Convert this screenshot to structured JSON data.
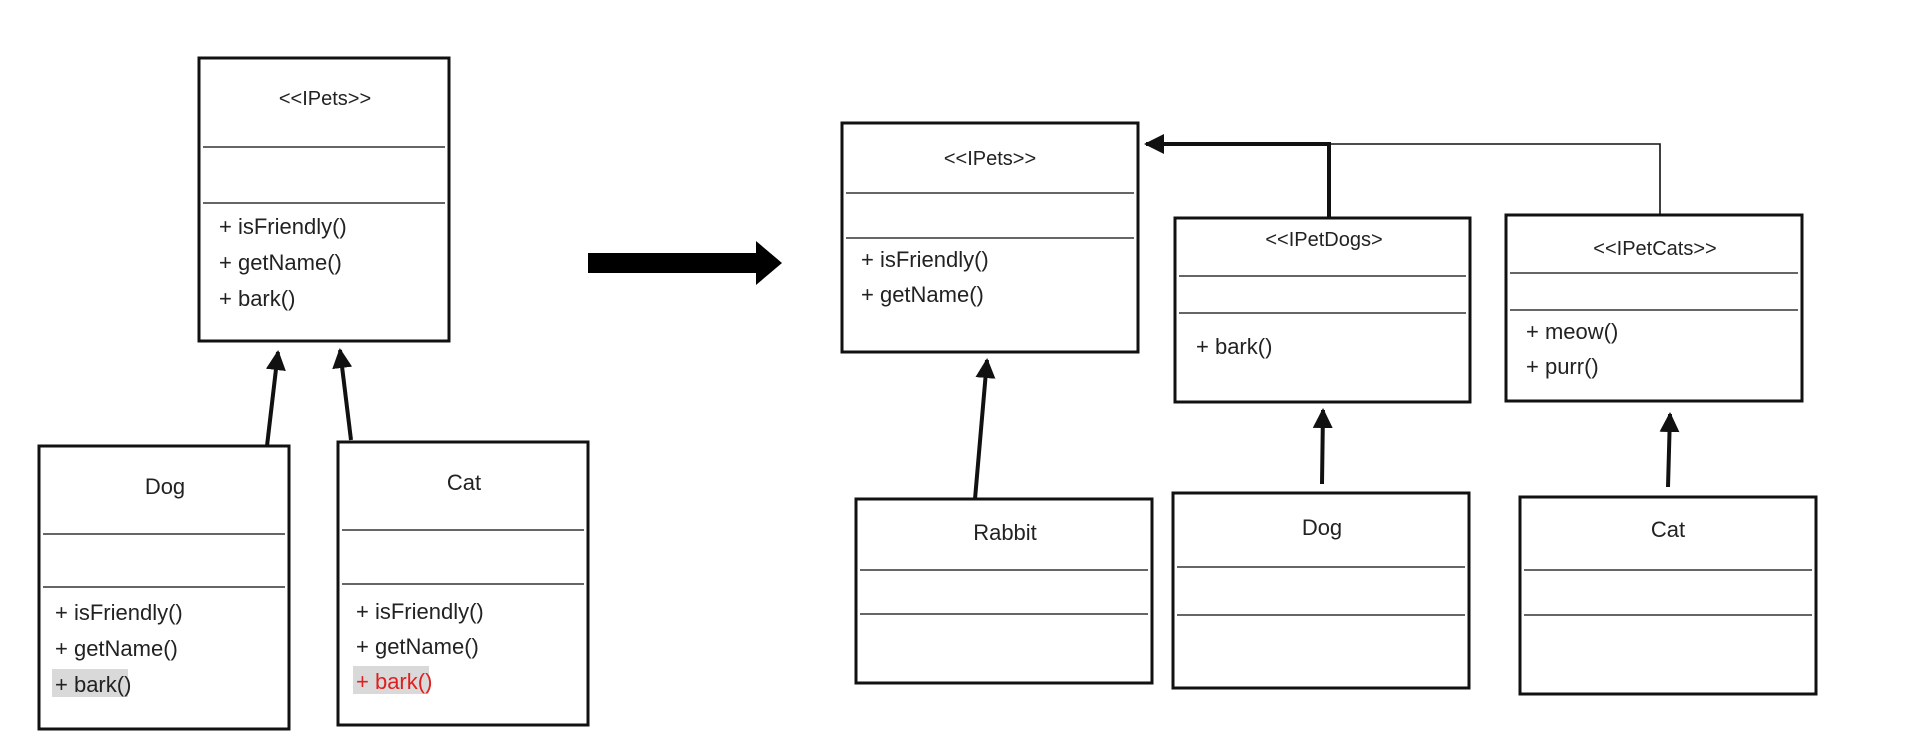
{
  "colors": {
    "line": "#111111",
    "highlight_bg": "#d9d9d9",
    "error_text": "#e02020"
  },
  "before": {
    "ipets": {
      "name": "<<IPets>>",
      "methods": [
        "+ isFriendly()",
        "+ getName()",
        "+ bark()"
      ]
    },
    "dog": {
      "name": "Dog",
      "methods": [
        "+ isFriendly()",
        "+ getName()",
        "+ bark()"
      ],
      "highlight_method": "+ bark()"
    },
    "cat": {
      "name": "Cat",
      "methods": [
        "+ isFriendly()",
        "+ getName()",
        "+ bark()"
      ],
      "error_method": "+ bark()"
    }
  },
  "after": {
    "ipets": {
      "name": "<<IPets>>",
      "methods": [
        "+ isFriendly()",
        "+ getName()"
      ]
    },
    "ipetdogs": {
      "name": "<<IPetDogs>",
      "methods": [
        "+ bark()"
      ]
    },
    "ipetcats": {
      "name": "<<IPetCats>>",
      "methods": [
        "+ meow()",
        "+ purr()"
      ]
    },
    "rabbit": {
      "name": "Rabbit",
      "methods": []
    },
    "dog": {
      "name": "Dog",
      "methods": []
    },
    "cat": {
      "name": "Cat",
      "methods": []
    }
  }
}
